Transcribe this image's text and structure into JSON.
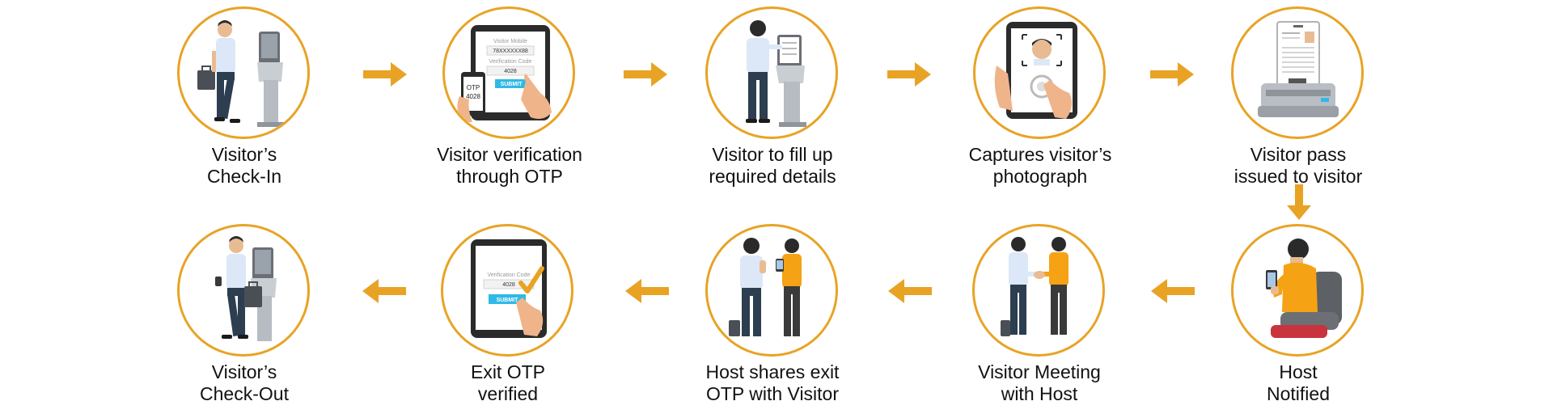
{
  "colors": {
    "accent": "#e8a325",
    "arrow": "#e8a325",
    "text": "#111111",
    "host_shirt": "#f5a214",
    "visitor_shirt": "#dce8f7",
    "screen_accent": "#2fb9e6"
  },
  "steps": [
    {
      "id": "checkin",
      "icon": "visitor-checkin-kiosk-icon",
      "label_line1": "Visitor’s",
      "label_line2": "Check-In"
    },
    {
      "id": "otp",
      "icon": "tablet-otp-verification-icon",
      "label_line1": "Visitor verification",
      "label_line2": "through OTP",
      "screen": {
        "field1_label": "Visitor Mobile",
        "field1_value": "78XXXXXX88",
        "field2_label": "Verification Code",
        "field2_value": "4028",
        "button": "SUBMIT",
        "phone_line1": "OTP",
        "phone_line2": "4028"
      }
    },
    {
      "id": "details",
      "icon": "visitor-at-kiosk-icon",
      "label_line1": "Visitor to fill up",
      "label_line2": "required details"
    },
    {
      "id": "photo",
      "icon": "tablet-photo-capture-icon",
      "label_line1": "Captures visitor’s",
      "label_line2": "photograph"
    },
    {
      "id": "pass",
      "icon": "visitor-pass-printer-icon",
      "label_line1": "Visitor pass",
      "label_line2": "issued to visitor"
    },
    {
      "id": "notified",
      "icon": "host-notified-phone-icon",
      "label_line1": "Host",
      "label_line2": "Notified"
    },
    {
      "id": "meeting",
      "icon": "handshake-meeting-icon",
      "label_line1": "Visitor Meeting",
      "label_line2": "with Host"
    },
    {
      "id": "exit-otp",
      "icon": "host-shares-otp-icon",
      "label_line1": "Host shares exit",
      "label_line2": "OTP with Visitor"
    },
    {
      "id": "verified",
      "icon": "tablet-otp-verified-icon",
      "label_line1": "Exit OTP",
      "label_line2": "verified",
      "screen": {
        "field_label": "Verification Code",
        "field_value": "4028",
        "button": "SUBMIT"
      }
    },
    {
      "id": "checkout",
      "icon": "visitor-checkout-icon",
      "label_line1": "Visitor’s",
      "label_line2": "Check-Out"
    }
  ]
}
